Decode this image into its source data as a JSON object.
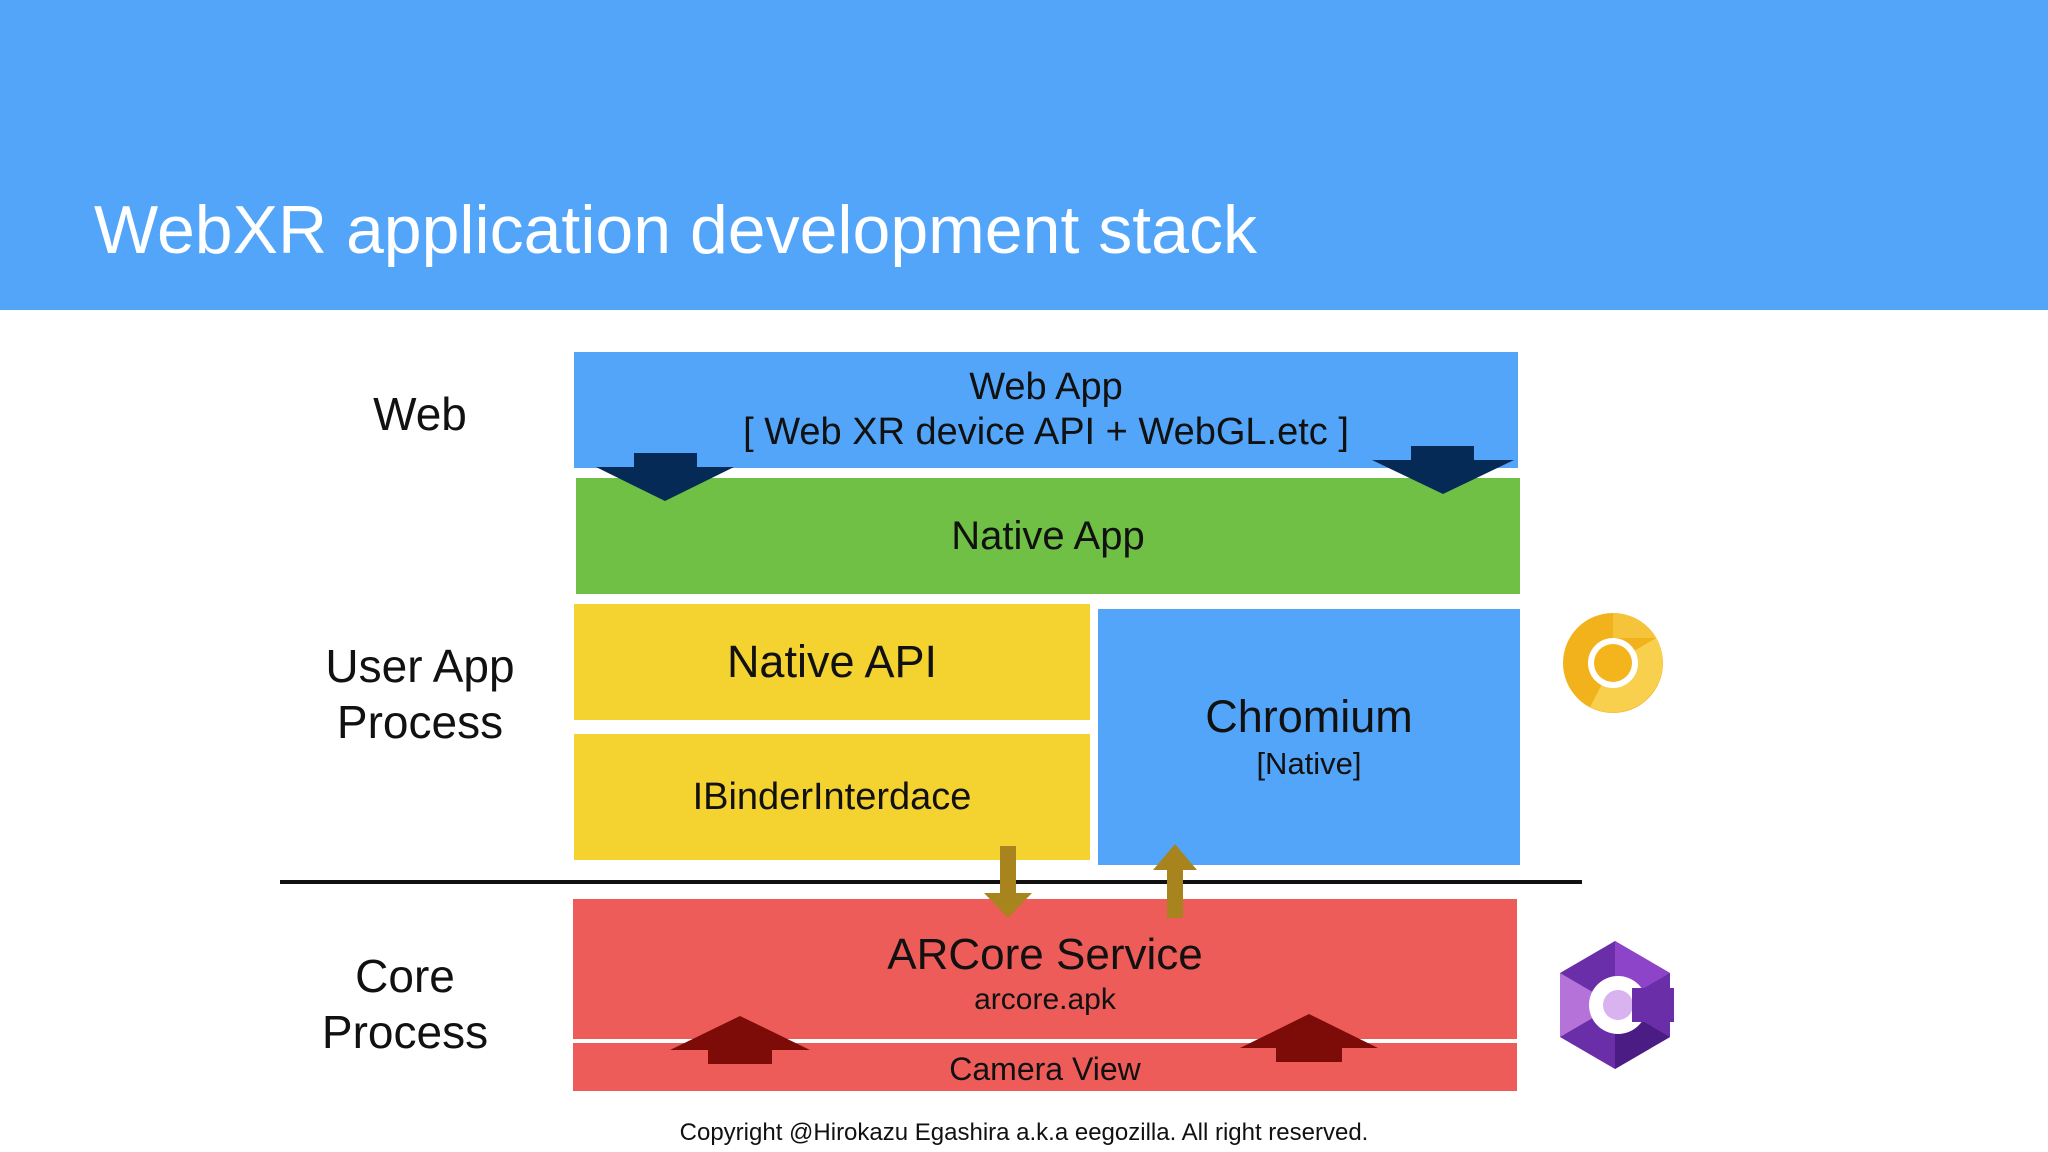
{
  "slide": {
    "title": "WebXR application development stack",
    "copyright": "Copyright @Hirokazu Egashira a.k.a eegozilla. All right reserved."
  },
  "rows": {
    "web": "Web",
    "user_app_line1": "User App",
    "user_app_line2": "Process",
    "core_line1": "Core",
    "core_line2": "Process"
  },
  "layers": {
    "web_app": {
      "title": "Web App",
      "subtitle": "[ Web XR device API + WebGL.etc ]"
    },
    "native_app": {
      "title": "Native App"
    },
    "native_api": {
      "title": "Native API"
    },
    "ibinder": {
      "title": "IBinderInterdace"
    },
    "chromium": {
      "title": "Chromium",
      "subtitle": "[Native]"
    },
    "arcore_service": {
      "title": "ARCore Service",
      "subtitle": "arcore.apk"
    },
    "camera_view": {
      "title": "Camera View"
    }
  },
  "icons": {
    "chromium": "chrome-canary-icon",
    "arcore": "arcore-icon"
  },
  "colors": {
    "header": "#52a5f8",
    "web_app": "#52a5f8",
    "native_app": "#6fc045",
    "native_api": "#f4d22f",
    "chromium": "#52a5f8",
    "arcore": "#ed5c58",
    "arrow_dark_blue": "#062a56",
    "arrow_gold": "#a8841e",
    "arrow_dark_red": "#7d0c08"
  }
}
